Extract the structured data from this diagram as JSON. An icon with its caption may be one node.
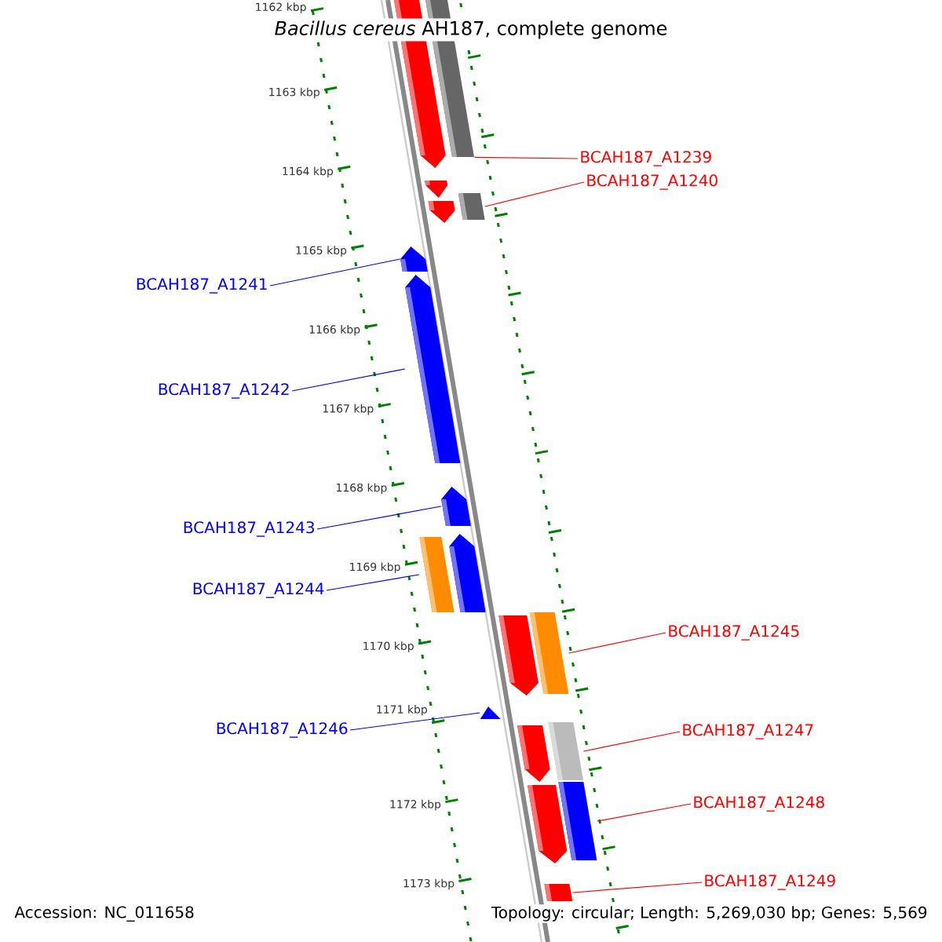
{
  "diagram": {
    "title": "*Bacillus cereus* AH187, complete genome",
    "nodes": [
      {
        "text": [
          "BCAH187_A1239"
        ]
      },
      {
        "text": [
          "BCAH187_A1240"
        ]
      },
      {
        "text": [
          "BCAH187_A1241"
        ]
      },
      {
        "text": [
          "BCAH187_A1242"
        ]
      },
      {
        "text": [
          "BCAH187_A1243"
        ]
      },
      {
        "text": [
          "BCAH187_A1244"
        ]
      },
      {
        "text": [
          "BCAH187_A1245"
        ]
      },
      {
        "text": [
          "BCAH187_A1246"
        ]
      },
      {
        "text": [
          "BCAH187_A1247"
        ]
      },
      {
        "text": [
          "BCAH187_A1248"
        ]
      },
      {
        "text": [
          "BCAH187_A1249"
        ]
      },
      {
        "text": [],
        "shape": "box"
      },
      {
        "text": [],
        "shape": "box"
      },
      {
        "text": [],
        "shape": "arrow"
      },
      {
        "text": [],
        "shape": "arrow"
      },
      {
        "text": [],
        "shape": "arrow"
      },
      {
        "text": [],
        "shape": "box"
      },
      {
        "text": [],
        "shape": "box"
      },
      {
        "text": [],
        "shape": "arrow"
      },
      {
        "text": [],
        "shape": "box"
      },
      {
        "text": [],
        "shape": "box"
      },
      {
        "text": [],
        "shape": "box"
      },
      {
        "text": [],
        "shape": "arrow"
      }
    ],
    "edges": [
      {
        "from": 0,
        "to": 11,
        "arrow": "none"
      },
      {
        "from": 1,
        "to": 12,
        "arrow": "none"
      },
      {
        "from": 2,
        "to": 13,
        "arrow": "none",
        "color": "#0000ff"
      },
      {
        "from": 3,
        "to": 14,
        "arrow": "none",
        "color": "#0000ff"
      },
      {
        "from": 4,
        "to": 15,
        "arrow": "none",
        "color": "#0000ff"
      },
      {
        "from": 5,
        "to": 16,
        "arrow": "none",
        "color": "#0000ff"
      },
      {
        "from": 6,
        "to": 17,
        "arrow": "none"
      },
      {
        "from": 7,
        "to": 18,
        "arrow": "none",
        "color": "#0000ff"
      },
      {
        "from": 8,
        "to": 19,
        "arrow": "none"
      },
      {
        "from": 9,
        "to": 20,
        "arrow": "none"
      },
      {
        "from": 10,
        "to": 21,
        "arrow": "none"
      }
    ],
    "labels": [
      "1162 kbp",
      "1163 kbp",
      "1164 kbp",
      "1165 kbp",
      "1166 kbp",
      "1167 kbp",
      "1168 kbp",
      "1169 kbp",
      "1170 kbp",
      "1171 kbp",
      "1172 kbp",
      "1173 kbp",
      "Accession: NC_011658",
      "Topology: circular; Length: 5,269,030 bp; Genes: 5,569"
    ]
  }
}
